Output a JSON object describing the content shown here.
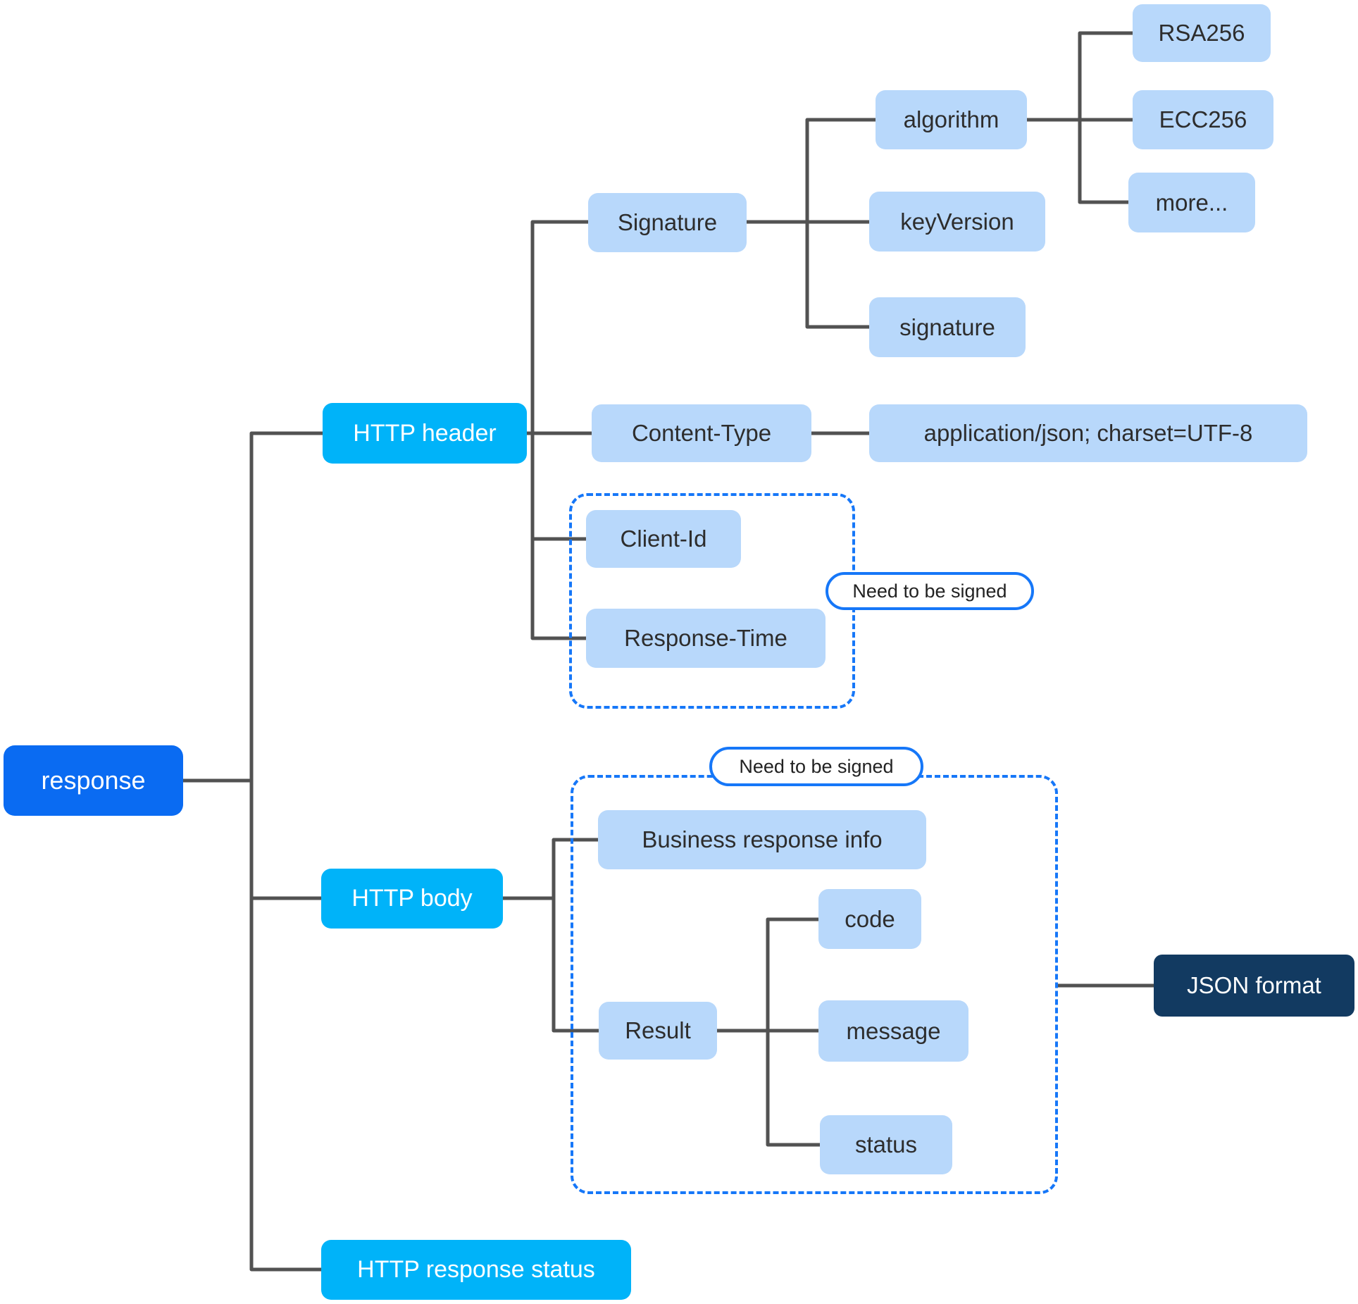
{
  "diagram_title": "response structure mind map",
  "colors": {
    "bg": "#ffffff",
    "root": "#0a6bf2",
    "branch": "#00b3f9",
    "leaf": "#b8d8fb",
    "leaftext": "#2d2d2d",
    "navy": "#123a61",
    "accent": "#1677f8",
    "connector": "#525252"
  },
  "nodes": {
    "response": {
      "label": "response"
    },
    "http_header": {
      "label": "HTTP header"
    },
    "signature_group": {
      "label": "Signature"
    },
    "algorithm": {
      "label": "algorithm"
    },
    "rsa256": {
      "label": "RSA256"
    },
    "ecc256": {
      "label": "ECC256"
    },
    "more": {
      "label": "more..."
    },
    "key_version": {
      "label": "keyVersion"
    },
    "signature": {
      "label": "signature"
    },
    "content_type": {
      "label": "Content-Type"
    },
    "content_type_value": {
      "label": "application/json; charset=UTF-8"
    },
    "client_id": {
      "label": "Client-Id"
    },
    "response_time": {
      "label": "Response-Time"
    },
    "need_signed_header": {
      "label": "Need to be signed"
    },
    "http_body": {
      "label": "HTTP body"
    },
    "need_signed_body": {
      "label": "Need to be signed"
    },
    "business_response_info": {
      "label": "Business response info"
    },
    "result": {
      "label": "Result"
    },
    "code": {
      "label": "code"
    },
    "message": {
      "label": "message"
    },
    "status": {
      "label": "status"
    },
    "json_format": {
      "label": "JSON format"
    },
    "http_response_status": {
      "label": "HTTP response status"
    }
  }
}
